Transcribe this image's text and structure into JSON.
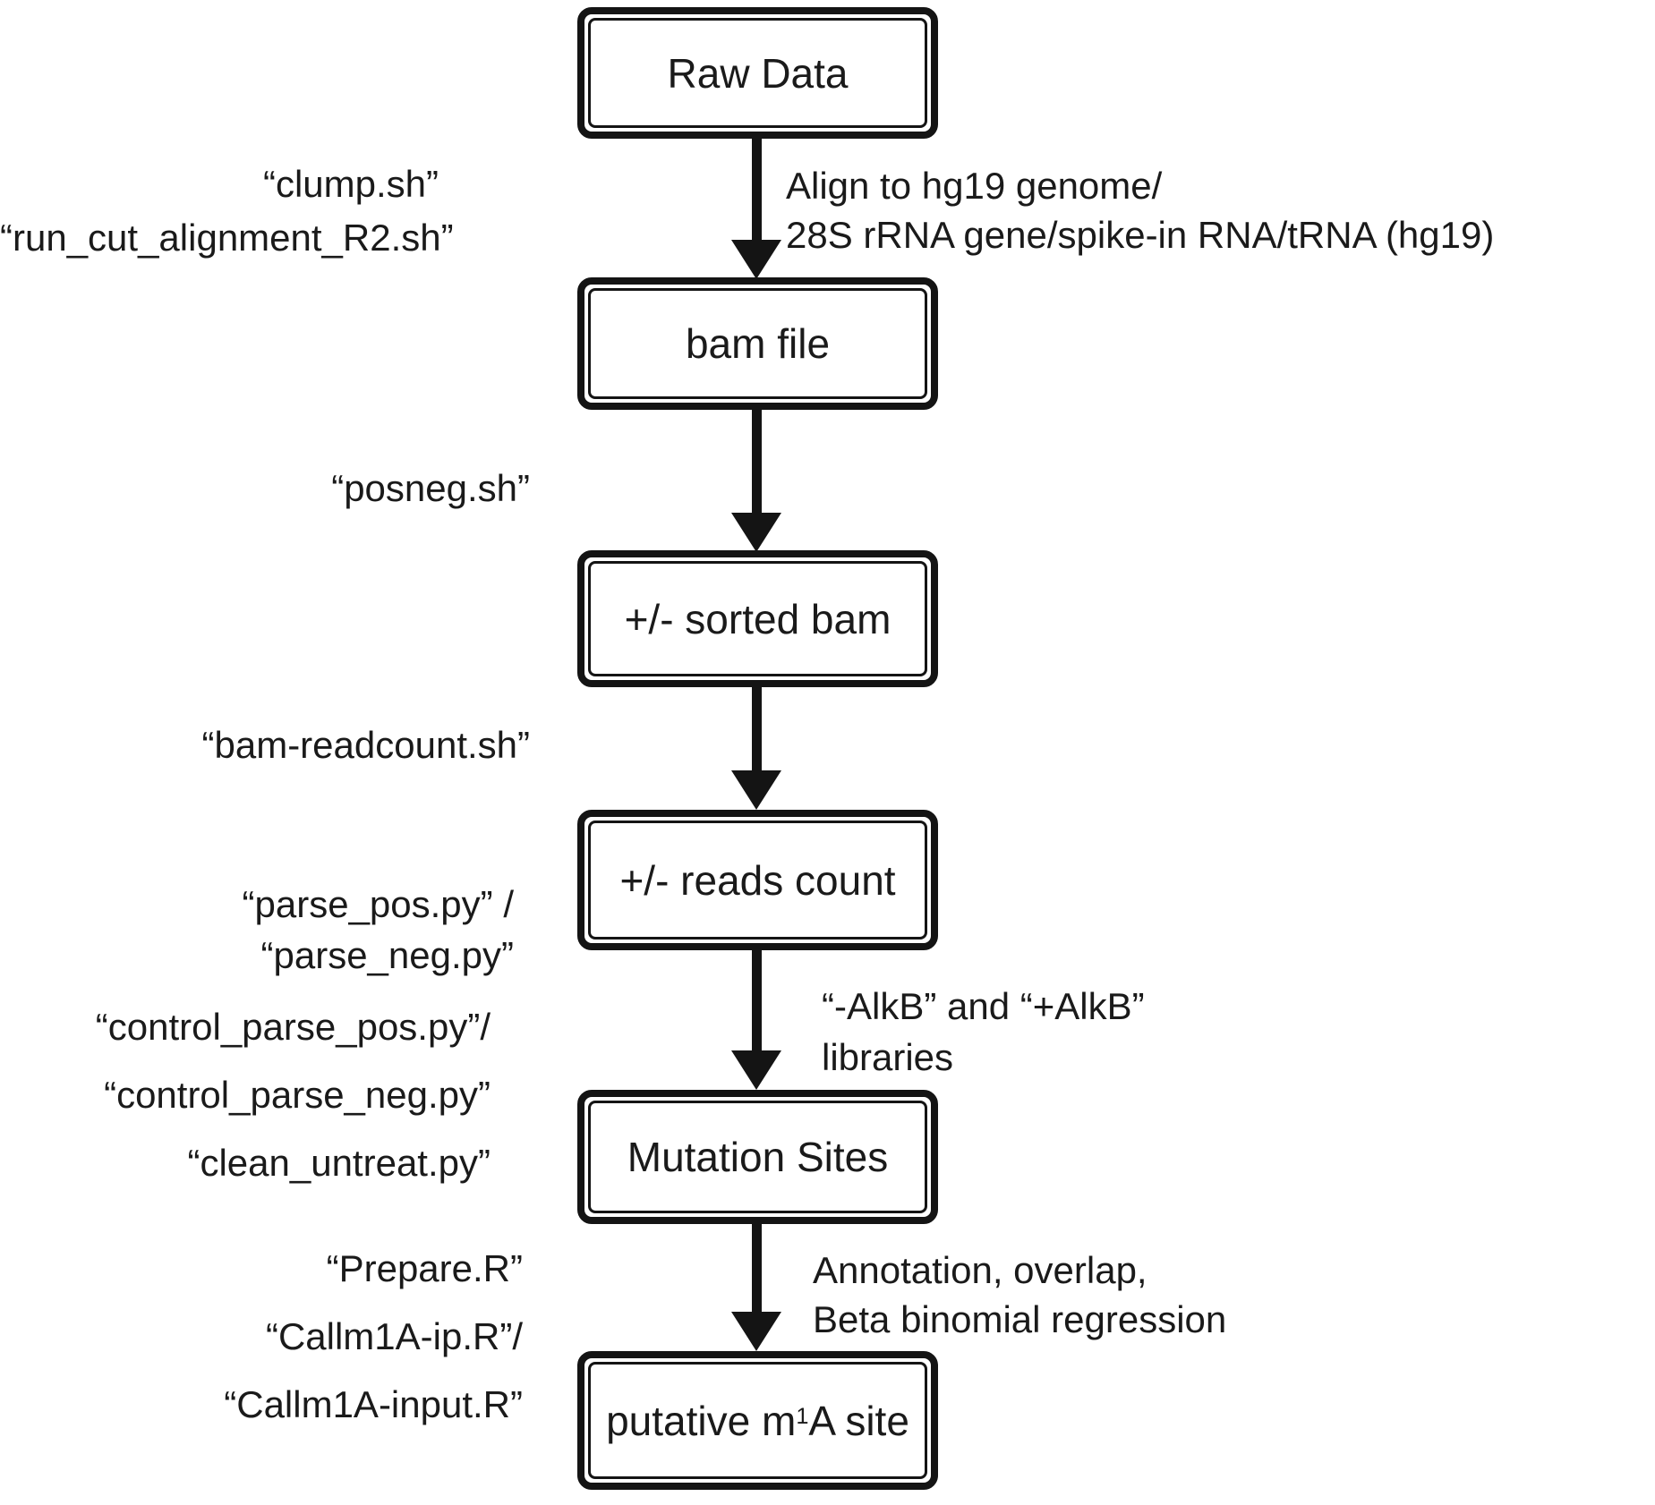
{
  "colors": {
    "ink": "#141414",
    "text": "#1a1a1a",
    "background": "#ffffff"
  },
  "boxes": [
    {
      "id": "raw-data",
      "label": "Raw Data"
    },
    {
      "id": "bam-file",
      "label": "bam file"
    },
    {
      "id": "sorted-bam",
      "label": "+/- sorted bam"
    },
    {
      "id": "reads-count",
      "label": "+/- reads count"
    },
    {
      "id": "mutation-sites",
      "label": "Mutation Sites"
    },
    {
      "id": "putative-m1a-site",
      "label_prefix": "putative m",
      "label_sup": "1",
      "label_suffix": "A site"
    }
  ],
  "left_annotations": {
    "step1": [
      "“clump.sh”",
      "“run_cut_alignment_R2.sh”"
    ],
    "step2": [
      "“posneg.sh”"
    ],
    "step3": [
      "“bam-readcount.sh”"
    ],
    "step4": [
      "“parse_pos.py” /",
      "“parse_neg.py”"
    ],
    "step4_control": [
      "“control_parse_pos.py”/",
      "“control_parse_neg.py”",
      "“clean_untreat.py”"
    ],
    "step5": [
      "“Prepare.R”",
      "“Callm1A-ip.R”/",
      "“Callm1A-input.R”"
    ]
  },
  "right_annotations": {
    "step1": [
      "Align to hg19 genome/",
      "28S rRNA gene/spike-in RNA/tRNA (hg19)"
    ],
    "step4": [
      "“-AlkB” and “+AlkB”",
      "libraries"
    ],
    "step5": [
      "Annotation, overlap,",
      "Beta binomial regression"
    ]
  }
}
